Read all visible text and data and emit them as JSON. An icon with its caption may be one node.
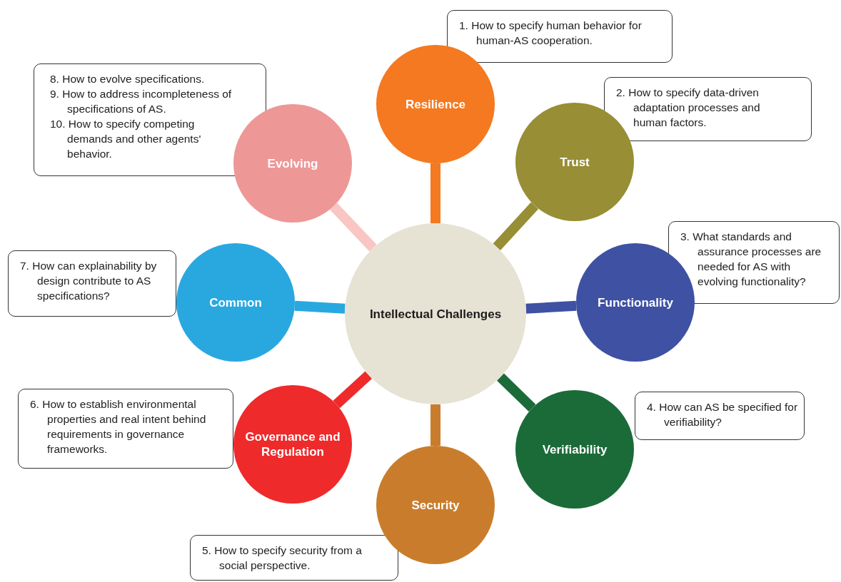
{
  "diagram": {
    "nodes": [
      {
        "text": [
          "Intellectual Challenges"
        ]
      },
      {
        "text": [
          "Resilience"
        ]
      },
      {
        "text": [
          "Trust"
        ]
      },
      {
        "text": [
          "Functionality"
        ]
      },
      {
        "text": [
          "Verifiability"
        ]
      },
      {
        "text": [
          "Security"
        ]
      },
      {
        "text": [
          "Governance and Regulation"
        ]
      },
      {
        "text": [
          "Common"
        ]
      },
      {
        "text": [
          "Evolving"
        ]
      },
      {
        "text": [
          "1. How to specify human behavior for human-AS cooperation."
        ]
      },
      {
        "text": [
          "2. How to specify data-driven adaptation processes and human factors."
        ]
      },
      {
        "text": [
          "3. What standards and assurance processes are needed for AS with evolving functionality?"
        ]
      },
      {
        "text": [
          "4. How can AS be specified for verifiability?"
        ]
      },
      {
        "text": [
          "5. How to specify security from a social perspective."
        ]
      },
      {
        "text": [
          "6. How to establish environmental properties and real intent behind requirements in governance frameworks."
        ]
      },
      {
        "text": [
          "7. How can explainability by design contribute to AS specifications?"
        ]
      },
      {
        "text": [
          "8. How to evolve specifications.",
          "9. How to address incompleteness of specifications of AS.",
          "10. How to specify competing demands and other agents' behavior."
        ]
      }
    ],
    "edges": [
      {
        "from": 0,
        "to": 1,
        "arrow": "none",
        "color": "#f47920"
      },
      {
        "from": 0,
        "to": 2,
        "arrow": "none",
        "color": "#978e35"
      },
      {
        "from": 0,
        "to": 3,
        "arrow": "none",
        "color": "#3f51a3"
      },
      {
        "from": 0,
        "to": 4,
        "arrow": "none",
        "color": "#1a6b38"
      },
      {
        "from": 0,
        "to": 5,
        "arrow": "none",
        "color": "#c97d2c"
      },
      {
        "from": 0,
        "to": 6,
        "arrow": "none",
        "color": "#ee2a2b"
      },
      {
        "from": 0,
        "to": 7,
        "arrow": "none",
        "color": "#29a8e0"
      },
      {
        "from": 0,
        "to": 8,
        "arrow": "none",
        "color": "#f9c6c4"
      }
    ]
  }
}
